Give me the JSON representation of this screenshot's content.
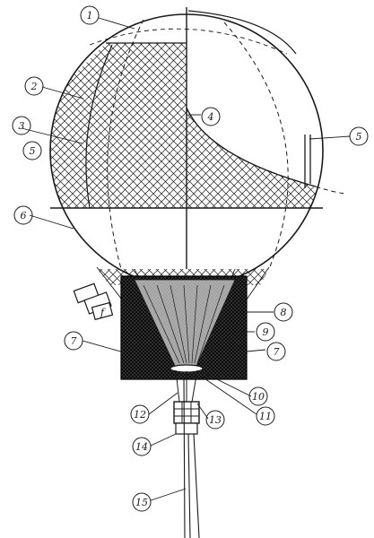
{
  "diagram": {
    "callouts": [
      {
        "id": "c1",
        "label": "1"
      },
      {
        "id": "c2",
        "label": "2"
      },
      {
        "id": "c3",
        "label": "3"
      },
      {
        "id": "c5a",
        "label": "5"
      },
      {
        "id": "c4",
        "label": "4"
      },
      {
        "id": "c5b",
        "label": "5"
      },
      {
        "id": "c6",
        "label": "6"
      },
      {
        "id": "c8",
        "label": "8"
      },
      {
        "id": "c9",
        "label": "9"
      },
      {
        "id": "c7a",
        "label": "7"
      },
      {
        "id": "c7b",
        "label": "7"
      },
      {
        "id": "c10",
        "label": "10"
      },
      {
        "id": "c11",
        "label": "11"
      },
      {
        "id": "c12",
        "label": "12"
      },
      {
        "id": "c13",
        "label": "13"
      },
      {
        "id": "c14",
        "label": "14"
      },
      {
        "id": "c15",
        "label": "15"
      }
    ]
  }
}
